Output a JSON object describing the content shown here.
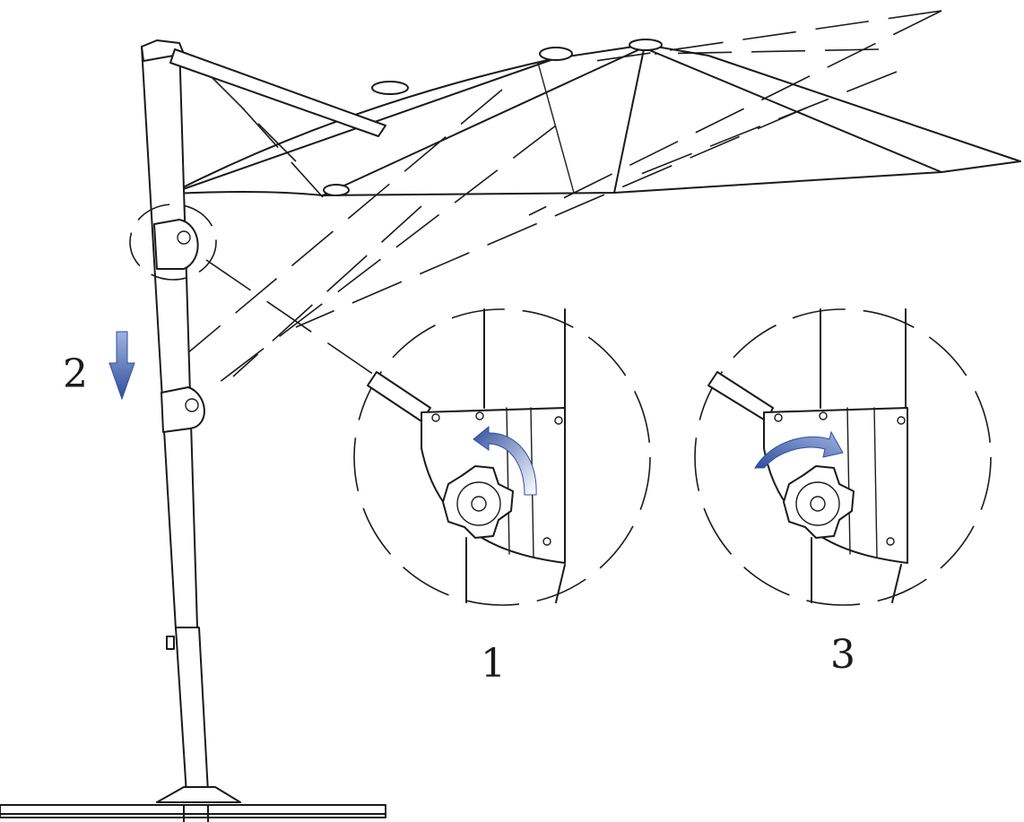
{
  "steps": {
    "step1": "1",
    "step2": "2",
    "step3": "3"
  },
  "colors": {
    "arrow": "#2f4f9e",
    "arrow_light": "#8fa4d6",
    "ink": "#1a1a1a"
  }
}
